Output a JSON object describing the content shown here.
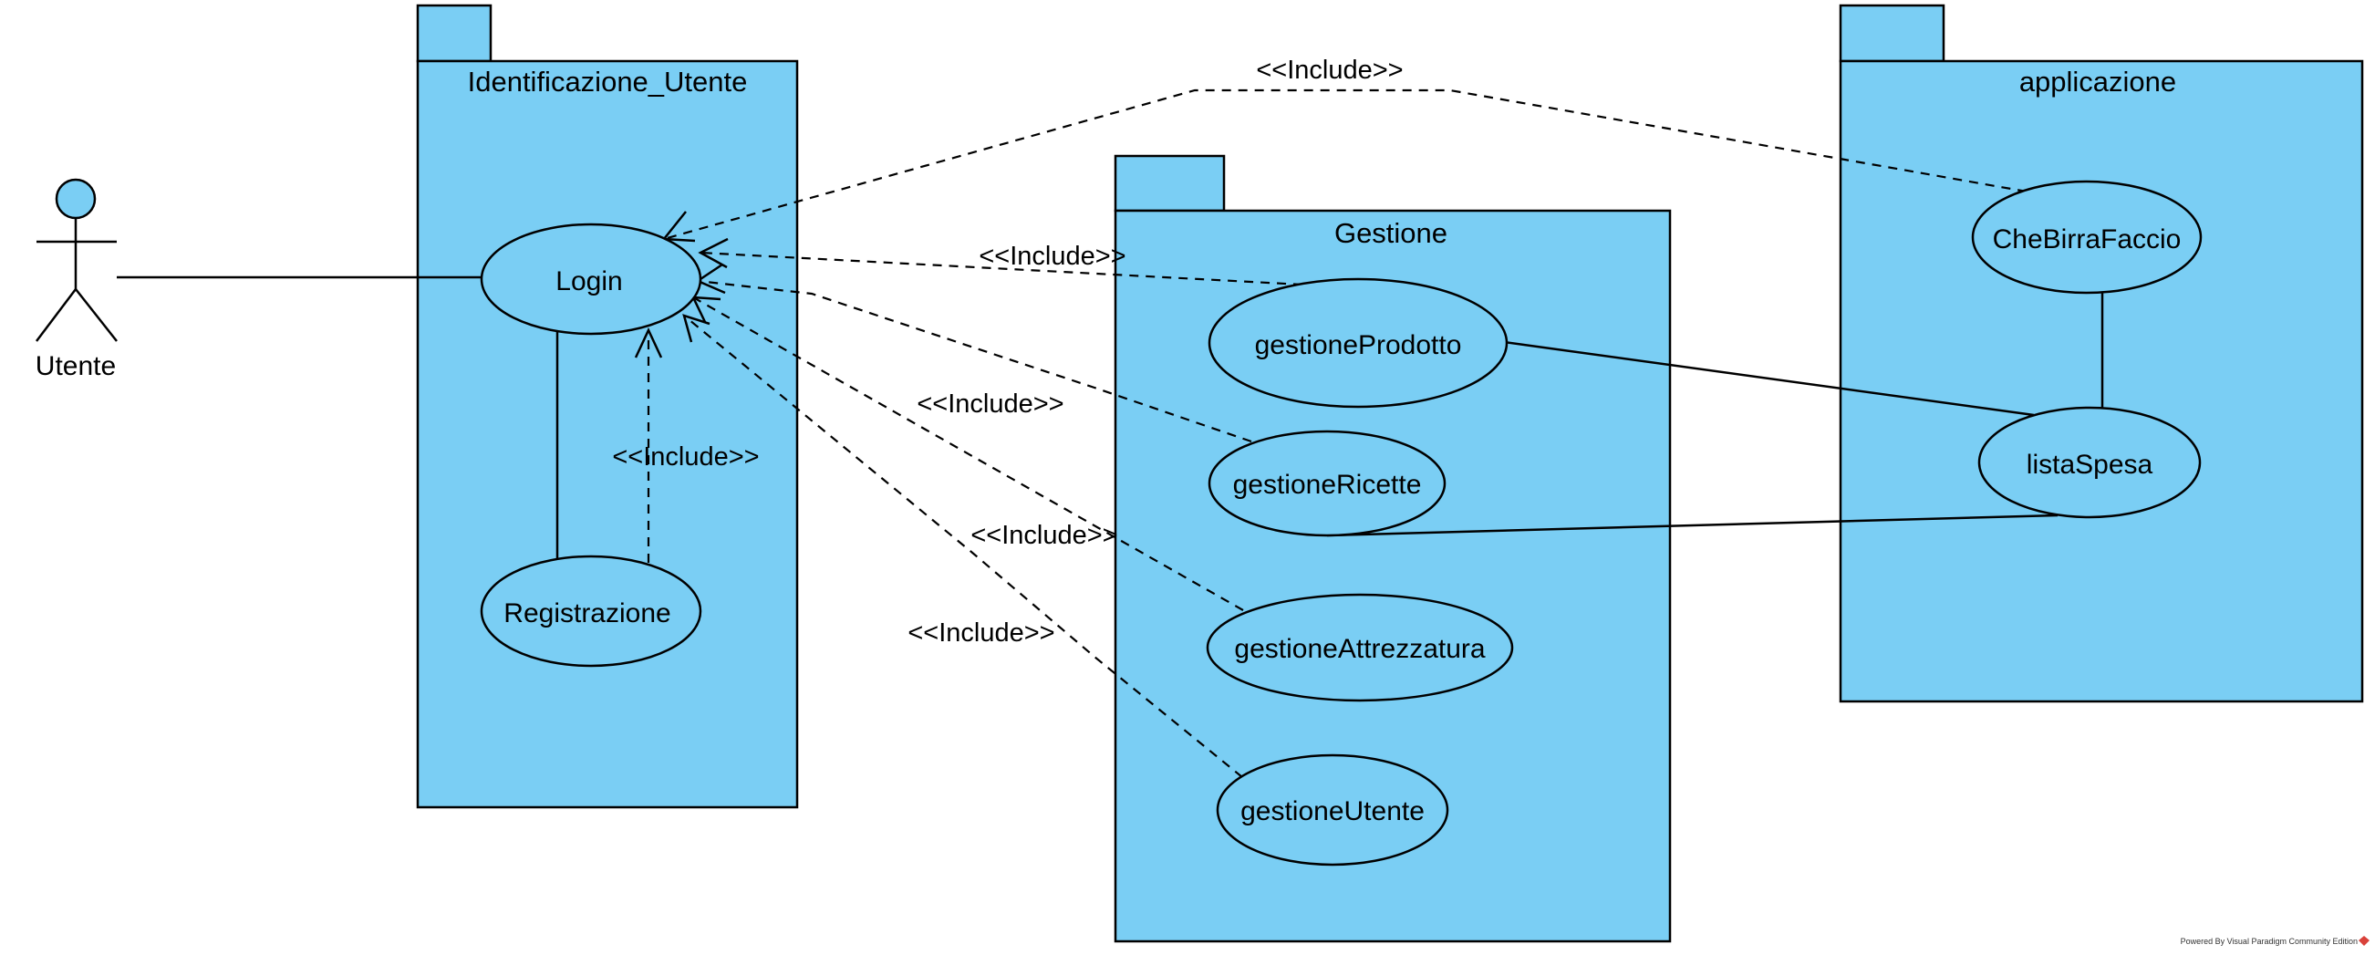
{
  "colors": {
    "fill": "#7acef4",
    "stroke": "#000000",
    "background": "#ffffff",
    "footer_icon": "#d9423a"
  },
  "actor": {
    "name": "Utente"
  },
  "packages": {
    "identificazione": {
      "title": "Identificazione_Utente"
    },
    "gestione": {
      "title": "Gestione"
    },
    "applicazione": {
      "title": "applicazione"
    }
  },
  "use_cases": {
    "login": "Login",
    "registrazione": "Registrazione",
    "gestione_prodotto": "gestioneProdotto",
    "gestione_ricette": "gestioneRicette",
    "gestione_attrezzatura": "gestioneAttrezzatura",
    "gestione_utente": "gestioneUtente",
    "che_birra_faccio": "CheBirraFaccio",
    "lista_spesa": "listaSpesa"
  },
  "relations": {
    "include_registrazione": "<<Include>>",
    "include_che_birra_faccio": "<<Include>>",
    "include_gestione_prodotto": "<<Include>>",
    "include_gestione_ricette": "<<Include>>",
    "include_gestione_attrezzatura": "<<Include>>",
    "include_gestione_utente": "<<Include>>"
  },
  "footer": {
    "text": "Powered By Visual Paradigm Community Edition",
    "icon": "vp-logo-icon"
  }
}
